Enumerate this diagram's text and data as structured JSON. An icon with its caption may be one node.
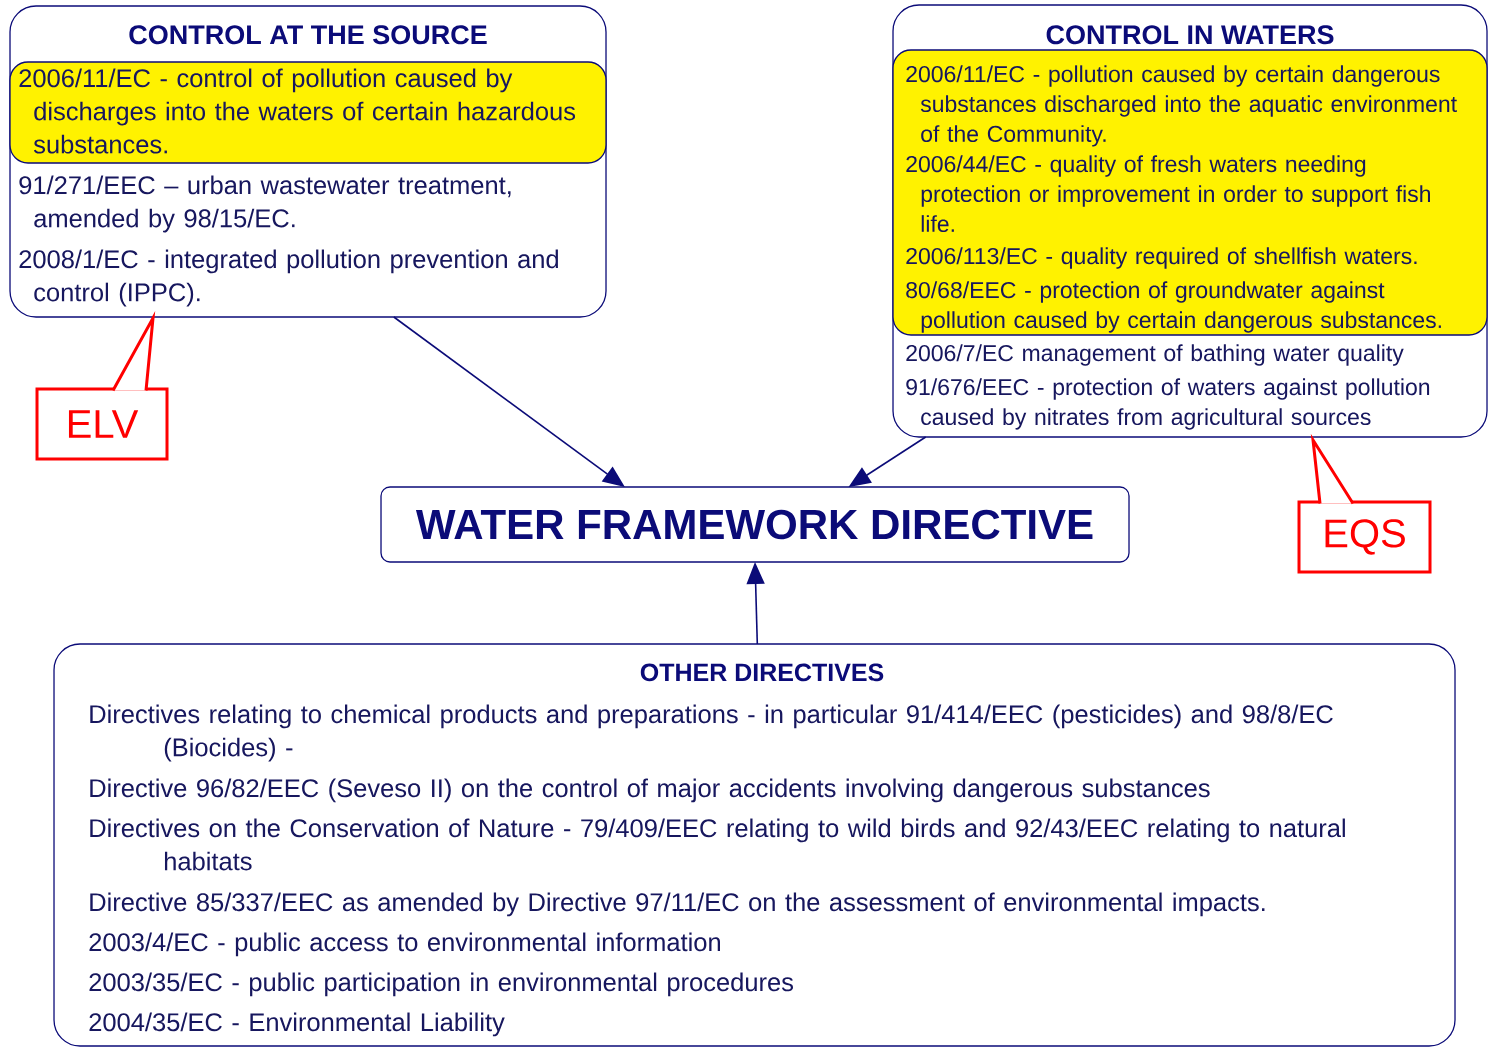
{
  "diagram": {
    "nodes": [
      {
        "text": [
          "CONTROL AT THE SOURCE",
          "91/271/EEC – urban wastewater treatment, amended by 98/15/EC.",
          "2008/1/EC - integrated pollution prevention and control (IPPC)."
        ]
      },
      {
        "text": [
          "2006/11/EC - control of pollution caused by discharges into the waters of certain hazardous substances."
        ],
        "in": 0
      },
      {
        "text": [
          "ELV"
        ]
      },
      {
        "text": [
          "CONTROL IN WATERS",
          "2006/7/EC management of bathing water quality",
          "91/676/EEC - protection of waters against pollution caused by nitrates from agricultural sources"
        ]
      },
      {
        "text": [
          "2006/11/EC - pollution caused by certain dangerous substances discharged into the aquatic environment of the Community.",
          "2006/44/EC - quality of fresh waters needing protection or improvement in order to support fish life.",
          "2006/113/EC - quality required of shellfish waters.",
          "80/68/EEC - protection of groundwater against pollution caused by certain dangerous substances."
        ],
        "in": 3
      },
      {
        "text": [
          "EQS"
        ]
      },
      {
        "text": [
          "WATER FRAMEWORK DIRECTIVE"
        ]
      },
      {
        "text": [
          "OTHER DIRECTIVES",
          "Directives relating to chemical products and preparations - in particular 91/414/EEC (pesticides) and 98/8/EC (Biocides) -",
          "Directive 96/82/EEC (Seveso II) on the control of major accidents involving dangerous substances",
          "Directives on the Conservation of Nature - 79/409/EEC relating to wild birds and 92/43/EEC relating to natural habitats",
          "Directive 85/337/EEC as amended by Directive 97/11/EC on the assessment of environmental impacts.",
          "2003/4/EC - public access to environmental information",
          "2003/35/EC - public participation in environmental procedures",
          "2004/35/EC - Environmental Liability"
        ]
      }
    ],
    "edges": [
      {
        "from": 0,
        "to": 6,
        "arrow": "to"
      },
      {
        "from": 3,
        "to": 6,
        "arrow": "to"
      },
      {
        "from": 7,
        "to": 6,
        "arrow": "to"
      }
    ]
  }
}
